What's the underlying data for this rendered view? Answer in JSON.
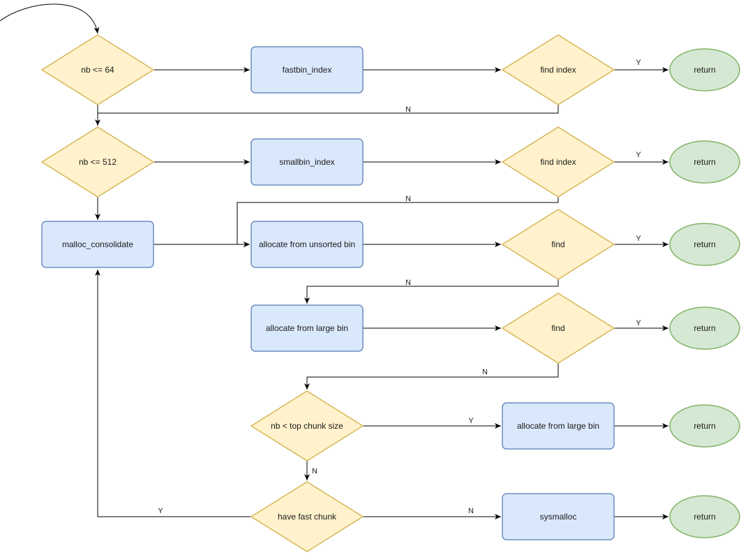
{
  "colors": {
    "process_fill": "#dae8fc",
    "process_stroke": "#6c8ebf",
    "decision_fill": "#fff2cc",
    "decision_stroke": "#d6b656",
    "terminal_fill": "#d5e8d4",
    "terminal_stroke": "#82b366",
    "edge": "#000000"
  },
  "nodes": {
    "nb_le_64": "nb <= 64",
    "fastbin_index": "fastbin_index",
    "find_index_1": "find index",
    "return_1": "return",
    "nb_le_512": "nb <= 512",
    "smallbin_index": "smallbin_index",
    "find_index_2": "find index",
    "return_2": "return",
    "malloc_consolidate": "malloc_consolidate",
    "alloc_unsorted": "allocate from unsorted bin",
    "find_3": "find",
    "return_3": "return",
    "alloc_large_1": "allocate from large bin",
    "find_4": "find",
    "return_4": "return",
    "nb_lt_top": "nb < top chunk size",
    "alloc_large_2": "allocate from large bin",
    "return_5": "return",
    "have_fast_chunk": "have fast chunk",
    "sysmalloc": "sysmalloc",
    "return_6": "return"
  },
  "edge_labels": {
    "find1_yes": "Y",
    "find1_no": "N",
    "find2_yes": "Y",
    "find2_no": "N",
    "find3_yes": "Y",
    "find3_no": "N",
    "find4_yes": "Y",
    "find4_no": "N",
    "top_yes": "Y",
    "top_no": "N",
    "fast_yes": "Y",
    "fast_no": "N"
  }
}
